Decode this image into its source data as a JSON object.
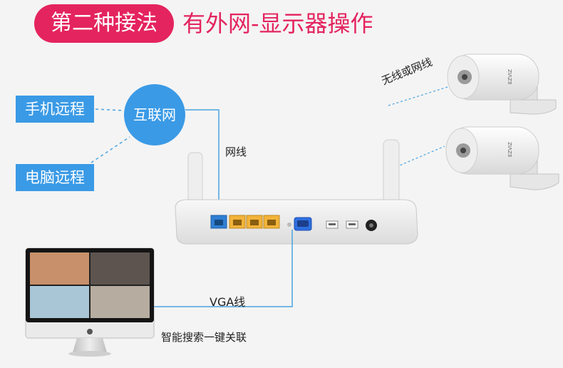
{
  "header": {
    "badge": "第二种接法",
    "headline": "有外网-显示器操作"
  },
  "nodes": {
    "phone": "手机远程",
    "internet": "互联网",
    "pc": "电脑远程"
  },
  "labels": {
    "network_cable": "网线",
    "vga_cable": "VGA线",
    "wireless": "无线或网线",
    "smart_search": "智能搜索一键关联"
  },
  "camera": {
    "brand": "EZVIZ"
  },
  "colors": {
    "accent_pink": "#e4245e",
    "node_blue": "#3a9ae6",
    "link_blue": "#4aa3e0",
    "lan_port_yellow": "#f2b33a",
    "wan_port_blue": "#2f7fd4",
    "vga_port_blue": "#2f6fe0"
  }
}
